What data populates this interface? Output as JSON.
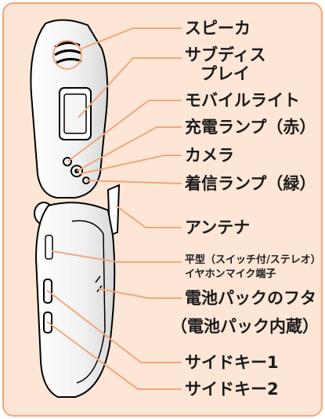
{
  "diagram": {
    "labels": {
      "speaker": "スピーカ",
      "sub_display_1": "サブディス",
      "sub_display_2": "プレイ",
      "mobile_light": "モバイルライト",
      "charge_lamp": "充電ランプ（赤）",
      "camera": "カメラ",
      "incoming_lamp": "着信ランプ（緑）",
      "antenna": "アンテナ",
      "earphone_jack_1": "平型（スイッチ付/ステレオ）",
      "earphone_jack_2": "イヤホンマイク端子",
      "battery_cover_1": "電池パックのフタ",
      "battery_cover_2": "（電池パック内蔵）",
      "side_key_1": "サイドキー1",
      "side_key_2": "サイドキー2"
    },
    "colors": {
      "frame": "#f3a67a",
      "background": "#fde6d6",
      "leader": "#f3a67a"
    }
  }
}
